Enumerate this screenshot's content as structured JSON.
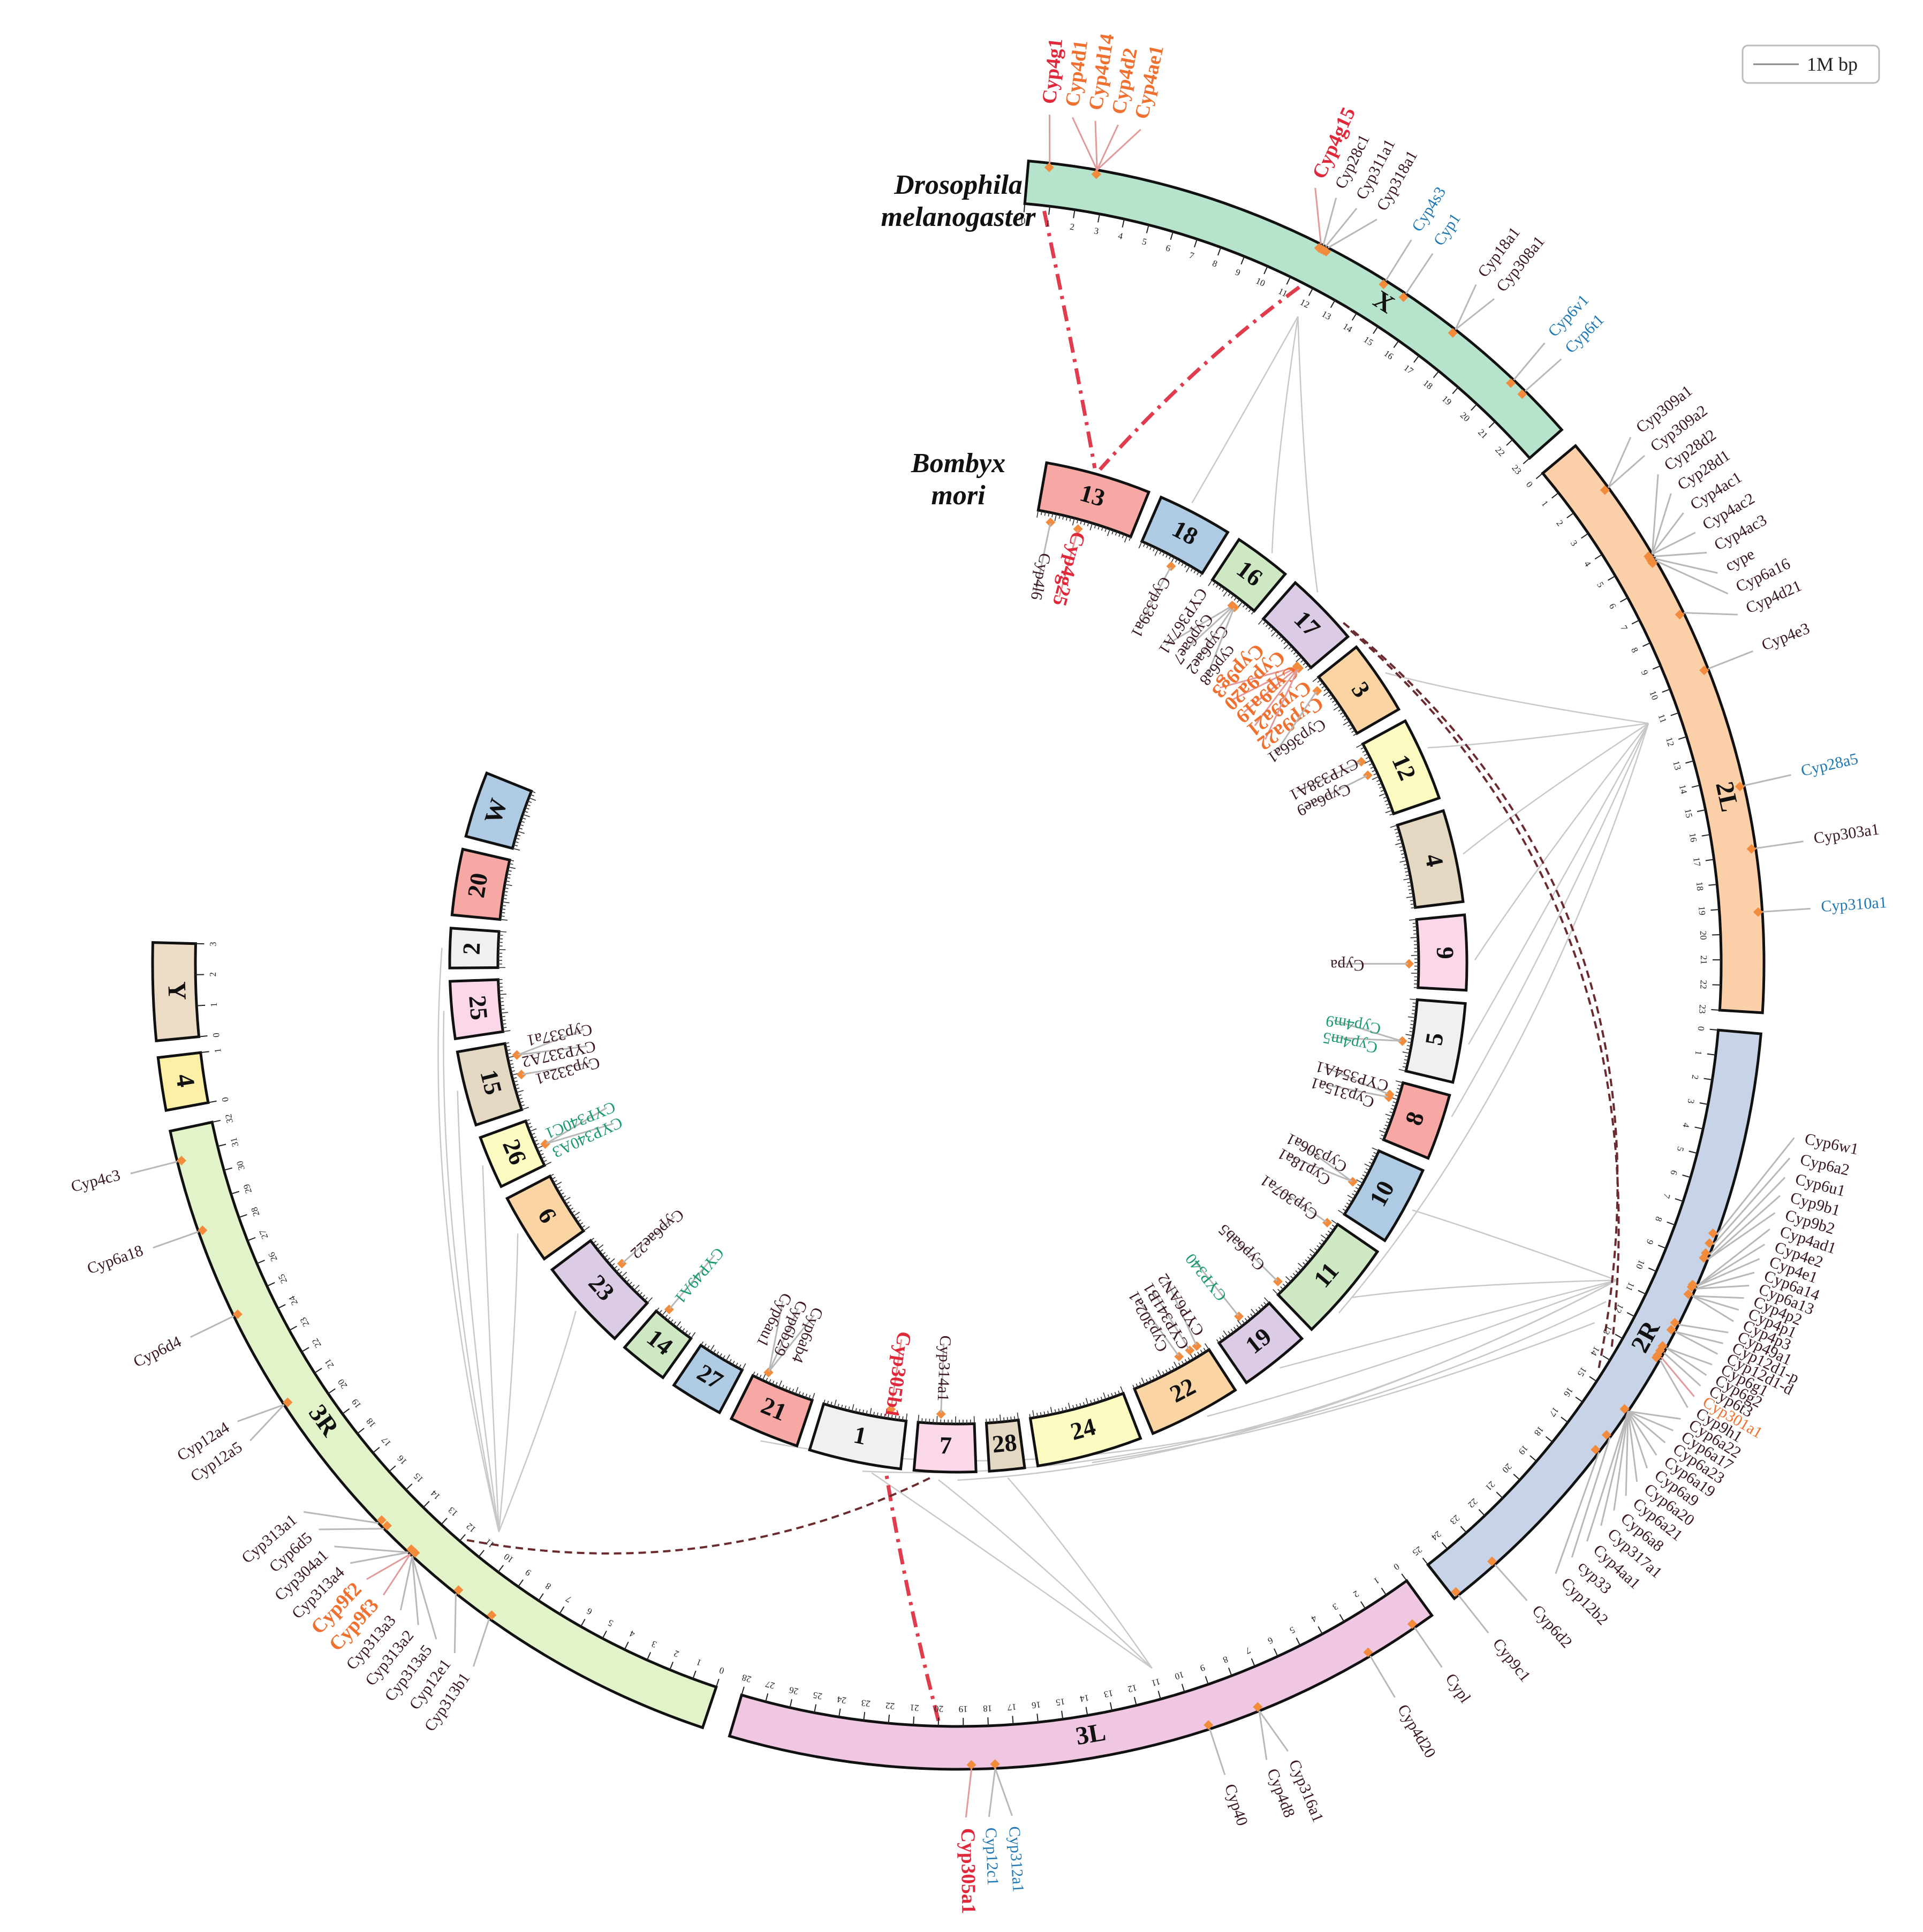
{
  "species": {
    "outer": [
      "Drosophila",
      "melanogaster"
    ],
    "inner": [
      "Bombyx",
      "mori"
    ]
  },
  "legend": {
    "label": "1M bp"
  },
  "colors": {
    "chrX": "#b5e3cb",
    "chr2L": "#fbcfa8",
    "chr2R": "#c7d3e7",
    "chr3L": "#f0c7e2",
    "chr3R": "#e3f3c9",
    "chr4": "#fbf0a6",
    "chrY": "#ecdcc6",
    "gene_black": "#3b1820",
    "gene_red": "#e0283a",
    "gene_orange": "#f07030",
    "gene_blue": "#1f78b4",
    "gene_green": "#1a9a6a",
    "synteny_red": "#e03c4e",
    "synteny_dark": "#6b2a2e",
    "marker": "#f28c3c"
  },
  "outer_chromosomes": [
    {
      "name": "X",
      "len": 23,
      "color": "#b5e3cb"
    },
    {
      "name": "2L",
      "len": 23,
      "color": "#fbcfa8"
    },
    {
      "name": "2R",
      "len": 25,
      "color": "#c7d3e7"
    },
    {
      "name": "3L",
      "len": 28,
      "color": "#f0c7e2"
    },
    {
      "name": "3R",
      "len": 32,
      "color": "#e3f3c9"
    },
    {
      "name": "4",
      "len": 1,
      "color": "#fbf0a6"
    },
    {
      "name": "Y",
      "len": 3,
      "color": "#ecdcc6"
    }
  ],
  "inner_chromosomes": [
    {
      "name": "13",
      "color": "#f7a8a4"
    },
    {
      "name": "18",
      "color": "#aecbe3"
    },
    {
      "name": "16",
      "color": "#cde8c2"
    },
    {
      "name": "17",
      "color": "#dccbe4"
    },
    {
      "name": "3",
      "color": "#fbd4a4"
    },
    {
      "name": "12",
      "color": "#fcfbc2"
    },
    {
      "name": "4",
      "color": "#e4d8c3"
    },
    {
      "name": "9",
      "color": "#fbd7ea"
    },
    {
      "name": "5",
      "color": "#f0f0f0"
    },
    {
      "name": "8",
      "color": "#f7a8a4"
    },
    {
      "name": "10",
      "color": "#aecbe3"
    },
    {
      "name": "11",
      "color": "#cde8c2"
    },
    {
      "name": "19",
      "color": "#dccbe4"
    },
    {
      "name": "22",
      "color": "#fbd4a4"
    },
    {
      "name": "24",
      "color": "#fcfbc2"
    },
    {
      "name": "28",
      "color": "#e4d8c3"
    },
    {
      "name": "7",
      "color": "#fbd7ea"
    },
    {
      "name": "1",
      "color": "#f0f0f0"
    },
    {
      "name": "21",
      "color": "#f7a8a4"
    },
    {
      "name": "27",
      "color": "#aecbe3"
    },
    {
      "name": "14",
      "color": "#cde8c2"
    },
    {
      "name": "23",
      "color": "#dccbe4"
    },
    {
      "name": "6",
      "color": "#fbd4a4"
    },
    {
      "name": "26",
      "color": "#fcfbc2"
    },
    {
      "name": "15",
      "color": "#e4d8c3"
    },
    {
      "name": "25",
      "color": "#fbd7ea"
    },
    {
      "name": "2",
      "color": "#f0f0f0"
    },
    {
      "name": "20",
      "color": "#f7a8a4"
    },
    {
      "name": "W",
      "color": "#aecbe3"
    }
  ],
  "outer_genes": [
    {
      "text": "Cyp4g1",
      "chr": "X",
      "pos": 0.8,
      "color": "red",
      "bold": true
    },
    {
      "text": "Cyp4d1",
      "chr": "X",
      "pos": 2.6,
      "color": "orange",
      "bold": true
    },
    {
      "text": "Cyp4d14",
      "chr": "X",
      "pos": 2.6,
      "color": "orange",
      "bold": true
    },
    {
      "text": "Cyp4d2",
      "chr": "X",
      "pos": 2.6,
      "color": "orange",
      "bold": true
    },
    {
      "text": "Cyp4ae1",
      "chr": "X",
      "pos": 2.6,
      "color": "orange",
      "bold": true
    },
    {
      "text": "Cyp4g15",
      "chr": "X",
      "pos": 11.5,
      "color": "red",
      "bold": true
    },
    {
      "text": "Cyp28c1",
      "chr": "X",
      "pos": 11.6,
      "color": "black"
    },
    {
      "text": "Cyp311a1",
      "chr": "X",
      "pos": 11.7,
      "color": "black"
    },
    {
      "text": "Cyp318a1",
      "chr": "X",
      "pos": 11.8,
      "color": "black"
    },
    {
      "text": "Cyp4s3",
      "chr": "X",
      "pos": 14.3,
      "color": "blue"
    },
    {
      "text": "Cyp1",
      "chr": "X",
      "pos": 15.2,
      "color": "blue"
    },
    {
      "text": "Cyp18a1",
      "chr": "X",
      "pos": 17.5,
      "color": "black"
    },
    {
      "text": "Cyp308a1",
      "chr": "X",
      "pos": 17.5,
      "color": "black"
    },
    {
      "text": "Cyp6v1",
      "chr": "X",
      "pos": 20.4,
      "color": "blue"
    },
    {
      "text": "Cyp6t1",
      "chr": "X",
      "pos": 21.0,
      "color": "blue"
    },
    {
      "text": "Cyp309a1",
      "chr": "2L",
      "pos": 2.0,
      "color": "black"
    },
    {
      "text": "Cyp309a2",
      "chr": "2L",
      "pos": 2.0,
      "color": "black"
    },
    {
      "text": "Cyp28d2",
      "chr": "2L",
      "pos": 5.0,
      "color": "black"
    },
    {
      "text": "Cyp28d1",
      "chr": "2L",
      "pos": 5.0,
      "color": "black"
    },
    {
      "text": "Cyp4ac1",
      "chr": "2L",
      "pos": 5.0,
      "color": "black"
    },
    {
      "text": "Cyp4ac2",
      "chr": "2L",
      "pos": 5.0,
      "color": "black"
    },
    {
      "text": "Cyp4ac3",
      "chr": "2L",
      "pos": 5.1,
      "color": "black"
    },
    {
      "text": "cype",
      "chr": "2L",
      "pos": 5.2,
      "color": "black"
    },
    {
      "text": "Cyp6a16",
      "chr": "2L",
      "pos": 5.3,
      "color": "black"
    },
    {
      "text": "Cyp4d21",
      "chr": "2L",
      "pos": 7.5,
      "color": "black"
    },
    {
      "text": "Cyp4e3",
      "chr": "2L",
      "pos": 9.8,
      "color": "black"
    },
    {
      "text": "Cyp28a5",
      "chr": "2L",
      "pos": 14.4,
      "color": "blue"
    },
    {
      "text": "Cyp303a1",
      "chr": "2L",
      "pos": 16.8,
      "color": "black"
    },
    {
      "text": "Cyp310a1",
      "chr": "2L",
      "pos": 19.2,
      "color": "blue"
    },
    {
      "text": "Cyp6w1",
      "chr": "2R",
      "pos": 7.8,
      "color": "black"
    },
    {
      "text": "Cyp6a2",
      "chr": "2R",
      "pos": 8.2,
      "color": "black"
    },
    {
      "text": "Cyp6u1",
      "chr": "2R",
      "pos": 8.6,
      "color": "black"
    },
    {
      "text": "Cyp9b1",
      "chr": "2R",
      "pos": 8.8,
      "color": "black"
    },
    {
      "text": "Cyp9b2",
      "chr": "2R",
      "pos": 8.8,
      "color": "black"
    },
    {
      "text": "Cyp4ad1",
      "chr": "2R",
      "pos": 9.9,
      "color": "black"
    },
    {
      "text": "Cyp4e2",
      "chr": "2R",
      "pos": 9.9,
      "color": "black"
    },
    {
      "text": "Cyp4e1",
      "chr": "2R",
      "pos": 9.9,
      "color": "black"
    },
    {
      "text": "Cyp6a14",
      "chr": "2R",
      "pos": 10.0,
      "color": "black"
    },
    {
      "text": "Cyp6a13",
      "chr": "2R",
      "pos": 10.0,
      "color": "black"
    },
    {
      "text": "Cyp4p2",
      "chr": "2R",
      "pos": 10.3,
      "color": "black"
    },
    {
      "text": "Cyp4p1",
      "chr": "2R",
      "pos": 10.3,
      "color": "black"
    },
    {
      "text": "Cyp4p3",
      "chr": "2R",
      "pos": 10.3,
      "color": "black"
    },
    {
      "text": "Cyp49a1",
      "chr": "2R",
      "pos": 11.5,
      "color": "black"
    },
    {
      "text": "Cyp12d1-p",
      "chr": "2R",
      "pos": 11.8,
      "color": "black"
    },
    {
      "text": "Cyp12d1-d",
      "chr": "2R",
      "pos": 11.8,
      "color": "black"
    },
    {
      "text": "Cyp6g1",
      "chr": "2R",
      "pos": 12.5,
      "color": "black"
    },
    {
      "text": "Cyp6g2",
      "chr": "2R",
      "pos": 12.5,
      "color": "black"
    },
    {
      "text": "Cyp6t3",
      "chr": "2R",
      "pos": 12.7,
      "color": "black"
    },
    {
      "text": "Cyp301a1",
      "chr": "2R",
      "pos": 12.9,
      "color": "orange"
    },
    {
      "text": "Cyp9h1",
      "chr": "2R",
      "pos": 13.0,
      "color": "black"
    },
    {
      "text": "Cyp6a22",
      "chr": "2R",
      "pos": 15.3,
      "color": "black"
    },
    {
      "text": "Cyp6a17",
      "chr": "2R",
      "pos": 15.3,
      "color": "black"
    },
    {
      "text": "Cyp6a23",
      "chr": "2R",
      "pos": 15.3,
      "color": "black"
    },
    {
      "text": "Cyp6a19",
      "chr": "2R",
      "pos": 15.3,
      "color": "black"
    },
    {
      "text": "Cyp6a9",
      "chr": "2R",
      "pos": 15.3,
      "color": "black"
    },
    {
      "text": "Cyp6a20",
      "chr": "2R",
      "pos": 15.3,
      "color": "black"
    },
    {
      "text": "Cyp6a21",
      "chr": "2R",
      "pos": 15.3,
      "color": "black"
    },
    {
      "text": "Cyp6a8",
      "chr": "2R",
      "pos": 15.3,
      "color": "black"
    },
    {
      "text": "Cyp317a1",
      "chr": "2R",
      "pos": 15.3,
      "color": "black"
    },
    {
      "text": "Cyp4aa1",
      "chr": "2R",
      "pos": 15.3,
      "color": "black"
    },
    {
      "text": "cyp33",
      "chr": "2R",
      "pos": 16.5,
      "color": "black"
    },
    {
      "text": "Cyp12b2",
      "chr": "2R",
      "pos": 17.2,
      "color": "black"
    },
    {
      "text": "Cyp6d2",
      "chr": "2R",
      "pos": 23.0,
      "color": "black"
    },
    {
      "text": "Cyp9c1",
      "chr": "2R",
      "pos": 24.8,
      "color": "black"
    },
    {
      "text": "Cypl",
      "chr": "3L",
      "pos": 0.8,
      "color": "black"
    },
    {
      "text": "Cyp4d20",
      "chr": "3L",
      "pos": 2.8,
      "color": "black"
    },
    {
      "text": "Cyp316a1",
      "chr": "3L",
      "pos": 7.5,
      "color": "black"
    },
    {
      "text": "Cyp4d8",
      "chr": "3L",
      "pos": 7.5,
      "color": "black"
    },
    {
      "text": "Cyp40",
      "chr": "3L",
      "pos": 9.5,
      "color": "black"
    },
    {
      "text": "Cyp312a1",
      "chr": "3L",
      "pos": 17.8,
      "color": "blue"
    },
    {
      "text": "Cyp12c1",
      "chr": "3L",
      "pos": 17.8,
      "color": "blue"
    },
    {
      "text": "Cyp305a1",
      "chr": "3L",
      "pos": 18.7,
      "color": "red",
      "bold": true
    },
    {
      "text": "Cyp313b1",
      "chr": "3R",
      "pos": 9.2,
      "color": "black"
    },
    {
      "text": "Cyp12e1",
      "chr": "3R",
      "pos": 10.8,
      "color": "black"
    },
    {
      "text": "Cyp313a5",
      "chr": "3R",
      "pos": 13.0,
      "color": "black"
    },
    {
      "text": "Cyp313a2",
      "chr": "3R",
      "pos": 13.0,
      "color": "black"
    },
    {
      "text": "Cyp313a3",
      "chr": "3R",
      "pos": 13.0,
      "color": "black"
    },
    {
      "text": "Cyp9f3",
      "chr": "3R",
      "pos": 13.1,
      "color": "orange",
      "bold": true
    },
    {
      "text": "Cyp9f2",
      "chr": "3R",
      "pos": 13.1,
      "color": "orange",
      "bold": true
    },
    {
      "text": "Cyp313a4",
      "chr": "3R",
      "pos": 13.2,
      "color": "black"
    },
    {
      "text": "Cyp304a1",
      "chr": "3R",
      "pos": 13.2,
      "color": "black"
    },
    {
      "text": "Cyp6d5",
      "chr": "3R",
      "pos": 14.5,
      "color": "black"
    },
    {
      "text": "Cyp313a1",
      "chr": "3R",
      "pos": 14.8,
      "color": "black"
    },
    {
      "text": "Cyp12a5",
      "chr": "3R",
      "pos": 20.6,
      "color": "black"
    },
    {
      "text": "Cyp12a4",
      "chr": "3R",
      "pos": 20.6,
      "color": "black"
    },
    {
      "text": "Cyp6d4",
      "chr": "3R",
      "pos": 24.5,
      "color": "black"
    },
    {
      "text": "Cyp6a18",
      "chr": "3R",
      "pos": 28.0,
      "color": "black"
    },
    {
      "text": "Cyp4c3",
      "chr": "3R",
      "pos": 30.8,
      "color": "black"
    }
  ],
  "inner_genes": [
    {
      "text": "Cyp4l6",
      "chr": "13",
      "pos": 0.15,
      "color": "black"
    },
    {
      "text": "Cyp4g25",
      "chr": "13",
      "pos": 0.45,
      "color": "red",
      "bold": true
    },
    {
      "text": "Cyp339a1",
      "chr": "18",
      "pos": 0.55,
      "color": "black"
    },
    {
      "text": "CYP367A1",
      "chr": "16",
      "pos": 0.6,
      "color": "black"
    },
    {
      "text": "Cyp6ae7",
      "chr": "16",
      "pos": 0.62,
      "color": "black"
    },
    {
      "text": "Cyp6ae2",
      "chr": "16",
      "pos": 0.64,
      "color": "black"
    },
    {
      "text": "cyp6a8",
      "chr": "16",
      "pos": 0.66,
      "color": "black"
    },
    {
      "text": "Cyp9g3",
      "chr": "17",
      "pos": 0.85,
      "color": "orange",
      "bold": true
    },
    {
      "text": "Cyp9a20",
      "chr": "17",
      "pos": 0.86,
      "color": "orange",
      "bold": true
    },
    {
      "text": "Cyp9a19",
      "chr": "17",
      "pos": 0.87,
      "color": "orange",
      "bold": true
    },
    {
      "text": "Cyp9a21",
      "chr": "17",
      "pos": 0.88,
      "color": "orange",
      "bold": true
    },
    {
      "text": "Cyp9a22",
      "chr": "17",
      "pos": 0.89,
      "color": "orange",
      "bold": true
    },
    {
      "text": "Cyp366a1",
      "chr": "3",
      "pos": 0.15,
      "color": "black"
    },
    {
      "text": "CYP338A1",
      "chr": "12",
      "pos": 0.2,
      "color": "black"
    },
    {
      "text": "Cyp6ae9",
      "chr": "12",
      "pos": 0.4,
      "color": "black"
    },
    {
      "text": "Cypa",
      "chr": "9",
      "pos": 0.65,
      "color": "black"
    },
    {
      "text": "Cyp4m9",
      "chr": "5",
      "pos": 0.6,
      "color": "green"
    },
    {
      "text": "Cyp4m5",
      "chr": "5",
      "pos": 0.6,
      "color": "green"
    },
    {
      "text": "CYP354A1",
      "chr": "8",
      "pos": 0.25,
      "color": "black"
    },
    {
      "text": "Cyp315a1",
      "chr": "8",
      "pos": 0.3,
      "color": "black"
    },
    {
      "text": "Cyp306a1",
      "chr": "10",
      "pos": 0.55,
      "color": "black"
    },
    {
      "text": "Cyp18a1",
      "chr": "10",
      "pos": 0.55,
      "color": "black"
    },
    {
      "text": "Cyp307a1",
      "chr": "11",
      "pos": 0.05,
      "color": "black"
    },
    {
      "text": "Cyp6ab5",
      "chr": "11",
      "pos": 0.9,
      "color": "black"
    },
    {
      "text": "CYP340",
      "chr": "19",
      "pos": 0.5,
      "color": "green"
    },
    {
      "text": "Cyp302a1",
      "chr": "22",
      "pos": 0.35,
      "color": "black"
    },
    {
      "text": "CYP341B1",
      "chr": "22",
      "pos": 0.2,
      "color": "black"
    },
    {
      "text": "CYP6AN2",
      "chr": "22",
      "pos": 0.1,
      "color": "black"
    },
    {
      "text": "Cyp314a1",
      "chr": "7",
      "pos": 0.6,
      "color": "black"
    },
    {
      "text": "Cyp305b1",
      "chr": "1",
      "pos": 0.2,
      "color": "red",
      "bold": true
    },
    {
      "text": "Cyp6ab4",
      "chr": "21",
      "pos": 0.8,
      "color": "black"
    },
    {
      "text": "Cyp6b29",
      "chr": "21",
      "pos": 0.8,
      "color": "black"
    },
    {
      "text": "Cyp6au1",
      "chr": "21",
      "pos": 0.8,
      "color": "black"
    },
    {
      "text": "CYP49A1",
      "chr": "14",
      "pos": 0.8,
      "color": "green"
    },
    {
      "text": "Cyp6ae22",
      "chr": "23",
      "pos": 0.55,
      "color": "black"
    },
    {
      "text": "CYP340A3",
      "chr": "26",
      "pos": 0.4,
      "color": "green"
    },
    {
      "text": "CYP340C1",
      "chr": "26",
      "pos": 0.4,
      "color": "green"
    },
    {
      "text": "Cyp332a1",
      "chr": "15",
      "pos": 0.5,
      "color": "black"
    },
    {
      "text": "CYP337A2",
      "chr": "15",
      "pos": 0.8,
      "color": "black"
    },
    {
      "text": "Cyp337a1",
      "chr": "15",
      "pos": 0.8,
      "color": "black"
    }
  ]
}
